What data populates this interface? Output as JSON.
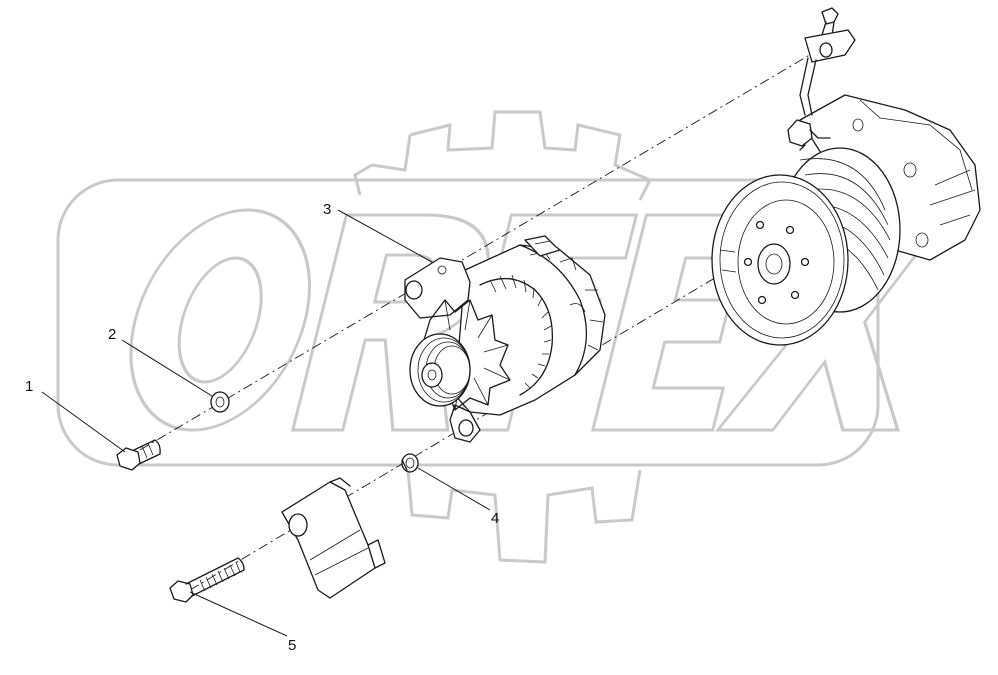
{
  "diagram": {
    "callouts": [
      {
        "id": "1",
        "text": "1"
      },
      {
        "id": "2",
        "text": "2"
      },
      {
        "id": "3",
        "text": "3"
      },
      {
        "id": "4",
        "text": "4"
      },
      {
        "id": "5",
        "text": "5"
      }
    ],
    "watermark": {
      "text": "ORFEX",
      "color": "#c9c9c9"
    },
    "colors": {
      "line": "#1a1a1a",
      "background": "#ffffff"
    }
  }
}
